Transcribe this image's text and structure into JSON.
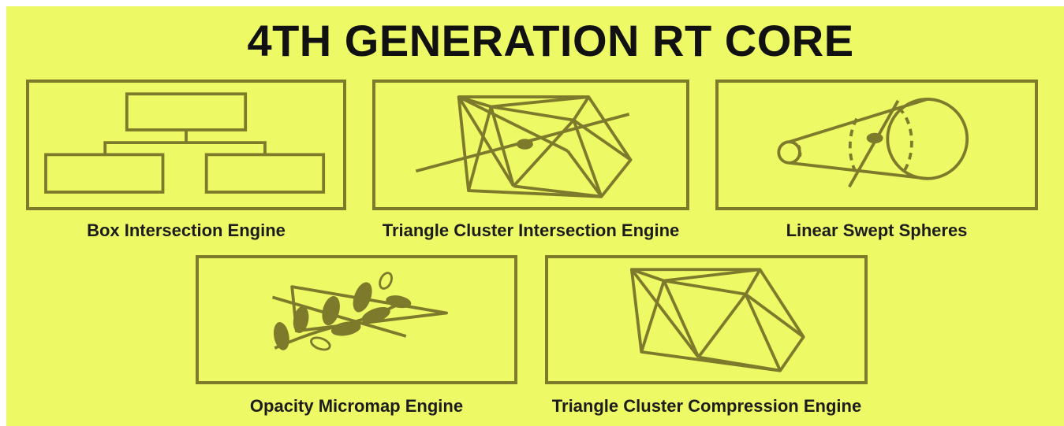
{
  "title": "4TH GENERATION RT CORE",
  "colors": {
    "background": "#eef966",
    "line": "#7e7a2c",
    "text": "#111111"
  },
  "engines": [
    {
      "label": "Box Intersection Engine",
      "icon": "bvh-box-tree-icon"
    },
    {
      "label": "Triangle Cluster Intersection Engine",
      "icon": "triangle-mesh-ray-icon"
    },
    {
      "label": "Linear Swept Spheres",
      "icon": "swept-sphere-ray-icon"
    },
    {
      "label": "Opacity Micromap Engine",
      "icon": "leaf-branch-micromap-icon"
    },
    {
      "label": "Triangle Cluster Compression Engine",
      "icon": "triangle-mesh-icon"
    }
  ]
}
